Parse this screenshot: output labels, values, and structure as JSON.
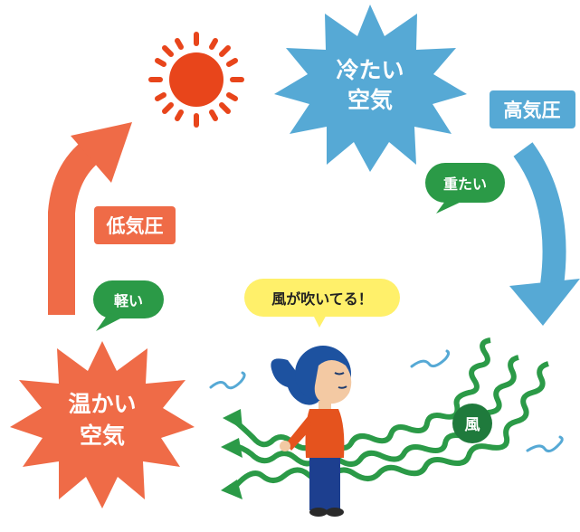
{
  "cold_air": {
    "line1": "冷たい",
    "line2": "空気"
  },
  "warm_air": {
    "line1": "温かい",
    "line2": "空気"
  },
  "high_pressure": "高気圧",
  "low_pressure": "低気圧",
  "heavy": "重たい",
  "light": "軽い",
  "speech": "風が吹いてる！",
  "wind": "風",
  "colors": {
    "blue": "#56a9d5",
    "orange": "#ef6b47",
    "red_sun": "#e8451b",
    "green": "#2b9a47",
    "dark_green": "#1f7a3c",
    "yellow": "#fff06a",
    "hair": "#1d52a0",
    "shirt": "#e5531e",
    "pants": "#1d3f8f",
    "skin": "#f3c9a3"
  }
}
